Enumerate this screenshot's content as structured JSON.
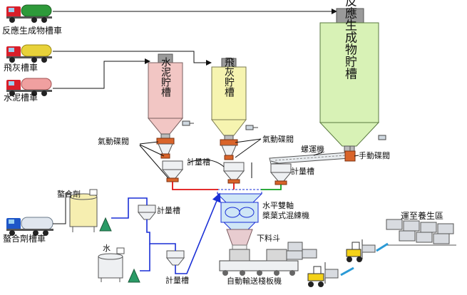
{
  "labels": {
    "reaction_truck": "反應生成物槽車",
    "flyash_truck": "飛灰槽車",
    "cement_truck": "水泥槽車",
    "chelant_truck": "螯合劑槽車",
    "cement_silo": "水泥貯槽",
    "flyash_silo": "飛灰貯槽",
    "reaction_silo": "反應生成物貯槽",
    "pneumatic_valve_1": "氣動碟閥",
    "pneumatic_valve_2": "氣動碟閥",
    "manual_valve": "手動碟閥",
    "screw_conveyor": "螺運機",
    "metering_1": "計量槽",
    "metering_2": "計量槽",
    "metering_3": "計量槽",
    "metering_4": "計量槽",
    "chelant": "螯合劑",
    "water": "水",
    "mixer_line1": "水平雙軸",
    "mixer_line2": "槳葉式混練機",
    "discharge_hopper": "下料斗",
    "conveyor": "自動輸送棧板機",
    "curing": "運至養生區"
  },
  "colors": {
    "cement_silo": "#f2c6c4",
    "flyash_silo": "#f6f4b0",
    "reaction_silo": "#d8f2b6",
    "truck_green": "#2e9a3a",
    "truck_yellow": "#e8d23a",
    "truck_pink": "#f0a0a0",
    "truck_cab": "#d81f2a",
    "flow_blue": "#1a2fd6",
    "flow_red": "#e01010",
    "flow_green": "#10a020",
    "valve_orange": "#d9642a"
  }
}
